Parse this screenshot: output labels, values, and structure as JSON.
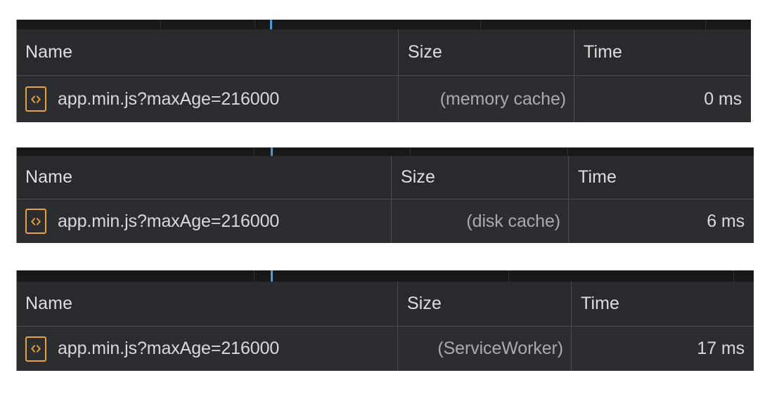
{
  "page": {
    "background": "#ffffff",
    "description": "Three stacked Chrome DevTools Network panel captures showing the same script resource served from three different caches"
  },
  "theme": {
    "panel_background": "#202124",
    "header_background": "#282a2d",
    "row_background": "#2b2d30",
    "overview_background": "#17181a",
    "grid_line": "#4a4d50",
    "header_text": "#dddedf",
    "primary_text": "#d8d9da",
    "muted_text": "#a9abad",
    "script_icon_border": "#e8a33d",
    "script_icon_glyph": "#e8a33d",
    "timeline_marker": "#4a9bdd"
  },
  "columns": {
    "name": "Name",
    "size": "Size",
    "time": "Time"
  },
  "icons": {
    "script": "script-code-icon"
  },
  "panels": [
    {
      "id": "memory-cache",
      "overview": {
        "marker_label": "request-marker"
      },
      "headers": {
        "name": "Name",
        "size": "Size",
        "time": "Time"
      },
      "row": {
        "icon": "script-code-icon",
        "name": "app.min.js?maxAge=216000",
        "size": "(memory cache)",
        "time": "0 ms"
      }
    },
    {
      "id": "disk-cache",
      "overview": {
        "marker_label": "request-marker"
      },
      "headers": {
        "name": "Name",
        "size": "Size",
        "time": "Time"
      },
      "row": {
        "icon": "script-code-icon",
        "name": "app.min.js?maxAge=216000",
        "size": "(disk cache)",
        "time": "6 ms"
      }
    },
    {
      "id": "service-worker",
      "overview": {
        "marker_label": "request-marker"
      },
      "headers": {
        "name": "Name",
        "size": "Size",
        "time": "Time"
      },
      "row": {
        "icon": "script-code-icon",
        "name": "app.min.js?maxAge=216000",
        "size": "(ServiceWorker)",
        "time": "17 ms"
      }
    }
  ]
}
